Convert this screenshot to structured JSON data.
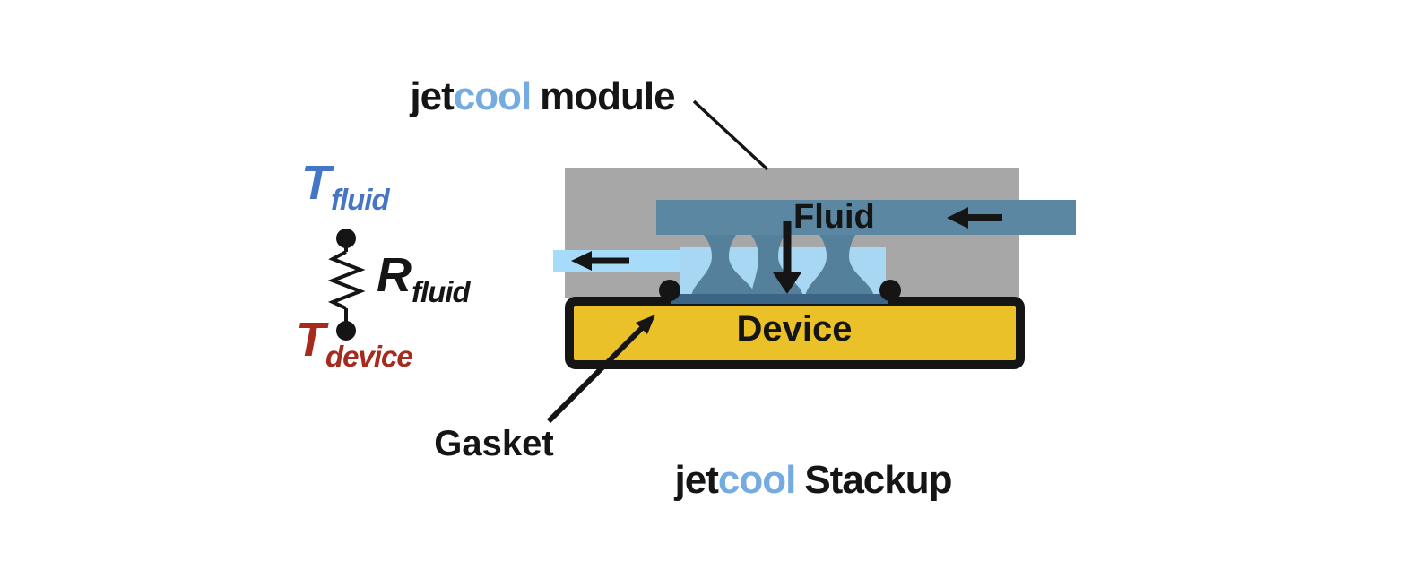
{
  "title": {
    "jet": "jet",
    "cool": "cool",
    "suffix": "module"
  },
  "caption": {
    "jet": "jet",
    "cool": "cool",
    "suffix": "Stackup"
  },
  "labels": {
    "fluid": "Fluid",
    "device": "Device",
    "gasket": "Gasket"
  },
  "thermal_circuit": {
    "top_node": {
      "symbol": "T",
      "subscript": "fluid"
    },
    "resistor": {
      "symbol": "R",
      "subscript": "fluid"
    },
    "bottom_node": {
      "symbol": "T",
      "subscript": "device"
    }
  },
  "colors": {
    "module_gray": "#A7A7A7",
    "inlet_channel_teal": "#5B87A3",
    "jet_teal": "#55809C",
    "outlet_light_blue": "#A6DCFA",
    "plenum_light_blue": "#A8D7F4",
    "interface_navy": "#3C6485",
    "device_yellow": "#EBC12A",
    "ink_black": "#151515",
    "brand_blue": "#74ABE0",
    "t_fluid_blue": "#4576C6",
    "t_device_red": "#A62A1D"
  }
}
